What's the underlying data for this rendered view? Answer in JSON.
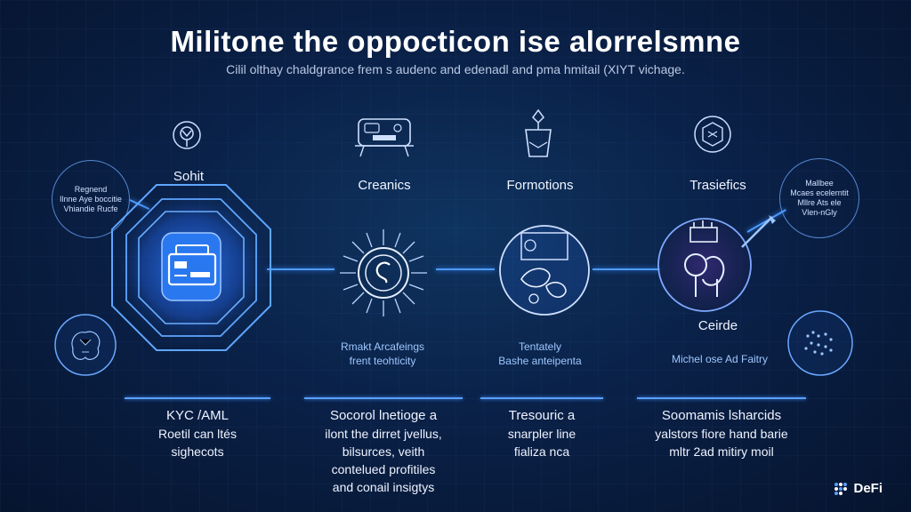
{
  "title": "Militone the oppocticon ise alorrelsmne",
  "subtitle": "Cilil olthay chaldgrance frem s audenc and edenadl and pma hmitail (XIYT vichage.",
  "columns": [
    {
      "label": "Sohit",
      "bottom": {
        "head": "KYC /AML",
        "lines": [
          "Roetil can ltés",
          "sighecots"
        ]
      }
    },
    {
      "label": "Creanics",
      "caption": [
        "Rmakt Arcafeings",
        "frent teohticity"
      ],
      "bottom": {
        "head": "Socorol lnetioge a",
        "lines": [
          "ilont the dirret jvellus,",
          "bilsurces, veith",
          "contelued profitiles",
          "and conail insigtys"
        ]
      }
    },
    {
      "label": "Formotions",
      "caption": [
        "Tentately",
        "Bashe anteipenta"
      ],
      "bottom": {
        "head": "Tresouric a",
        "lines": [
          "snarpler line",
          "fializa nca"
        ]
      }
    },
    {
      "label": "Trasiefics",
      "center_label": "Ceirde",
      "caption": [
        "Michel ose Ad Faitry"
      ],
      "bottom": {
        "head": "Soomamis lsharcids",
        "lines": [
          "yalstors fiore hand barie",
          "mltr 2ad mitiry moil"
        ]
      }
    }
  ],
  "side_notes": {
    "left": [
      "Regnend",
      "Ilnne Aye boccitie",
      "Vhiandie Rucfe"
    ],
    "right": [
      "Mallbee",
      "Mcaes ecelerntit",
      "Mllre Ats ele",
      "Vlen-nGly"
    ]
  },
  "brand": "DeFi",
  "icons": [
    "shield-key-icon",
    "device-icon",
    "bag-icon",
    "hexagon-icon",
    "briefcase-icon",
    "gear-icon",
    "leaf-icon",
    "graph-icon",
    "brain-icon",
    "map-icon"
  ],
  "colors": {
    "accent": "#4d9cff",
    "glow": "#1f6fff",
    "background": "#0a2148"
  }
}
